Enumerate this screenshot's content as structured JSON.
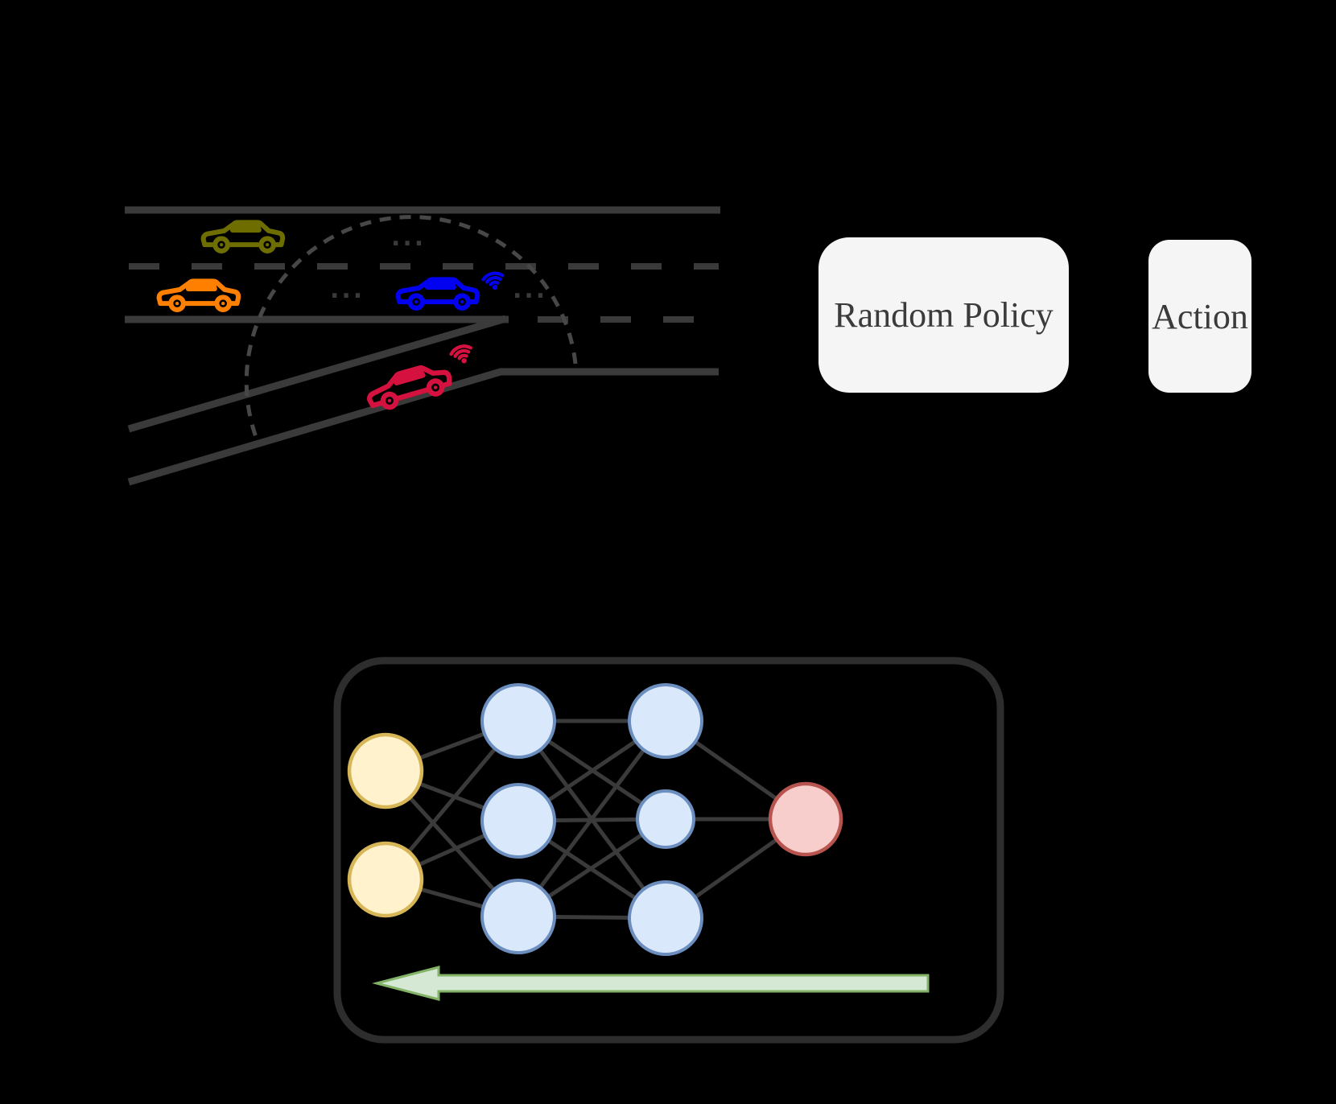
{
  "figure": {
    "background": "#000000"
  },
  "road_scene": {
    "ellipsis": "...",
    "road_color": "#3a3a3a",
    "sensing_circle_color": "#474747",
    "vehicles": [
      {
        "id": "olive-car",
        "color": "#6d6d00",
        "wifi": false
      },
      {
        "id": "orange-car",
        "color": "#ff8000",
        "wifi": false
      },
      {
        "id": "blue-car",
        "color": "#0202f0",
        "wifi": true
      },
      {
        "id": "red-car",
        "color": "#d5123f",
        "wifi": true
      }
    ]
  },
  "boxes": {
    "random_policy": {
      "label": "Random Policy",
      "fill": "#f5f5f5",
      "text_color": "#3b3b3b"
    },
    "action": {
      "label": "Action",
      "fill": "#f5f5f5",
      "text_color": "#3b3b3b"
    }
  },
  "network": {
    "outline_color": "#2d2d2d",
    "link_color": "#3a3a3a",
    "input_nodes": 2,
    "hidden_layer1_nodes": 3,
    "hidden_layer2_nodes": 3,
    "output_nodes": 1,
    "input_fill": "#fff2cc",
    "input_stroke": "#d6b656",
    "hidden_fill": "#dae8fc",
    "hidden_stroke": "#6c8ebf",
    "output_fill": "#f8cecc",
    "output_stroke": "#b85450",
    "arrow_fill": "#d5e8d4",
    "arrow_stroke": "#82b366"
  }
}
